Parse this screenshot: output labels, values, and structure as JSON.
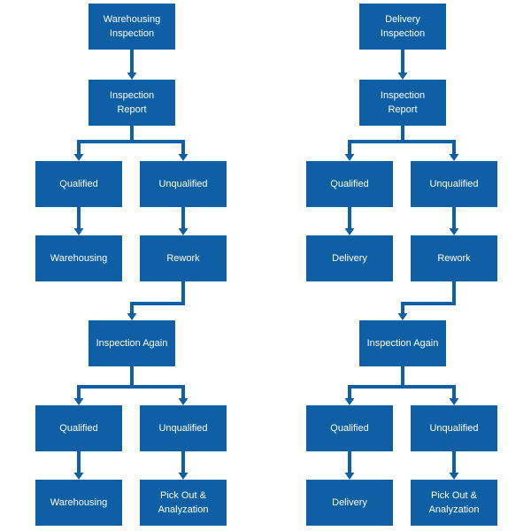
{
  "colors": {
    "box_fill": "#0e5fa3",
    "box_text": "#ffffff",
    "connector": "#0e5fa3"
  },
  "left_flow": {
    "start": "Warehousing\nInspection",
    "report": "Inspection\nReport",
    "qualified_1": "Qualified",
    "unqualified_1": "Unqualified",
    "outcome_1": "Warehousing",
    "rework": "Rework",
    "inspection_again": "Inspection Again",
    "qualified_2": "Qualified",
    "unqualified_2": "Unqualified",
    "outcome_2": "Warehousing",
    "pick_out": "Pick Out &\nAnalyzation"
  },
  "right_flow": {
    "start": "Delivery\nInspection",
    "report": "Inspection\nReport",
    "qualified_1": "Qualified",
    "unqualified_1": "Unqualified",
    "outcome_1": "Delivery",
    "rework": "Rework",
    "inspection_again": "Inspection Again",
    "qualified_2": "Qualified",
    "unqualified_2": "Unqualified",
    "outcome_2": "Delivery",
    "pick_out": "Pick Out &\nAnalyzation"
  }
}
